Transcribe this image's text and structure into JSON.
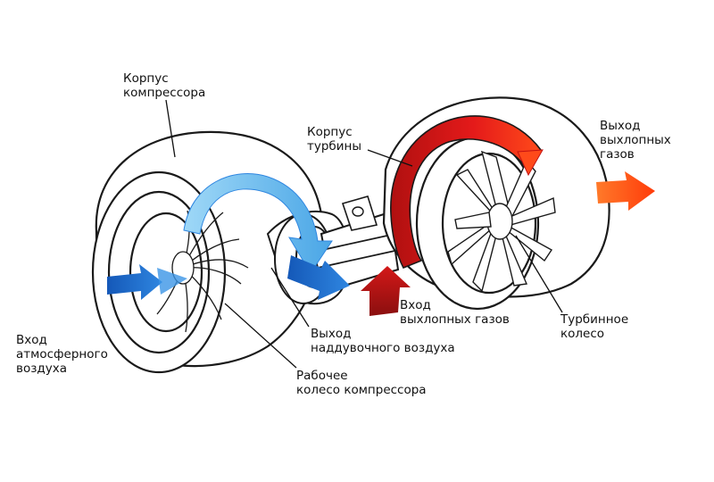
{
  "labels": {
    "compressor_housing": [
      "Корпус",
      "компрессора"
    ],
    "turbine_housing": [
      "Корпус",
      "турбины"
    ],
    "exhaust_outlet": [
      "Выход",
      "выхлопных",
      "газов"
    ],
    "atmospheric_inlet": [
      "Вход",
      "атмосферного",
      "воздуха"
    ],
    "boost_outlet": [
      "Выход",
      "наддувочного воздуха"
    ],
    "compressor_wheel": [
      "Рабочее",
      "колесо компрессора"
    ],
    "exhaust_inlet": [
      "Вход",
      "выхлопных газов"
    ],
    "turbine_wheel": [
      "Турбинное",
      "колесо"
    ]
  },
  "colors": {
    "cold_air_blue": "#1e6fd0",
    "light_air_blue": "#7cc6f2",
    "hot_gas_red": "#d81818",
    "exhaust_orange": "#ff5a1a",
    "outline": "#1a1a1a"
  }
}
